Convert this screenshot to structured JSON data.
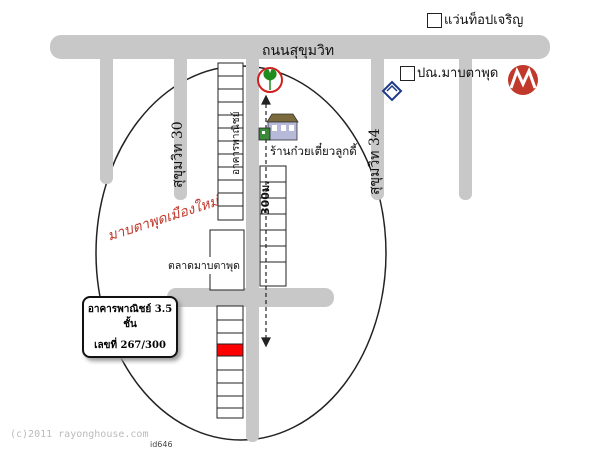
{
  "roads": {
    "main": "ถนนสุขุมวิท",
    "soi_30": "สุขุมวิท 30",
    "soi_34": "สุขุมวิท 34"
  },
  "area_label": "มาบตาพุดเมืองใหม่",
  "places": {
    "optical_shop": "แว่นท็อปเจริญ",
    "post_office": "ปณ.มาบตาพุด",
    "noodle_shop": "ร้านก๋วยเตี๋ยวลูกดี้",
    "market": "ตลาดมาบตาพุด",
    "commercial_row": "อาคารพาณิชย์"
  },
  "distance_label": "300ม.",
  "target": {
    "line1": "อาคารพาณิชย์ 3.5 ชั้น",
    "line2": "เลขที่ 267/300"
  },
  "watermark": "(c)2011 rayonghouse.com",
  "image_id": "id646",
  "colors": {
    "road": "#c8c8c8",
    "target_unit": "#ff0000",
    "bank": "#1e8b1e",
    "brand": "#c0392b",
    "area_label": "#c0392b"
  }
}
